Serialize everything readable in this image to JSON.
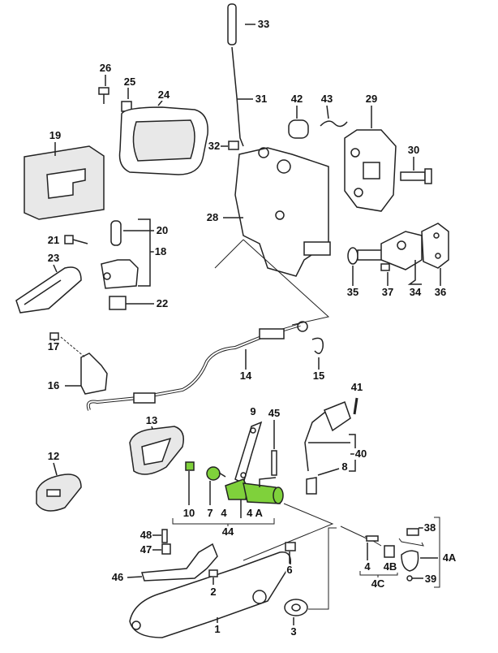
{
  "labels": [
    "33",
    "26",
    "25",
    "24",
    "31",
    "42",
    "43",
    "29",
    "19",
    "32",
    "30",
    "28",
    "20",
    "21",
    "18",
    "23",
    "35",
    "37",
    "34",
    "36",
    "22",
    "17",
    "14",
    "15",
    "16",
    "41",
    "13",
    "9",
    "45",
    "40",
    "12",
    "8",
    "10",
    "7",
    "4",
    "4 A",
    "44",
    "48",
    "47",
    "38",
    "46",
    "6",
    "2",
    "4",
    "4B",
    "4A",
    "4C",
    "39",
    "3",
    "1"
  ],
  "colors": {
    "line": "#222222",
    "highlight": "#7fd13b",
    "stipple": "#e8e8e8"
  }
}
